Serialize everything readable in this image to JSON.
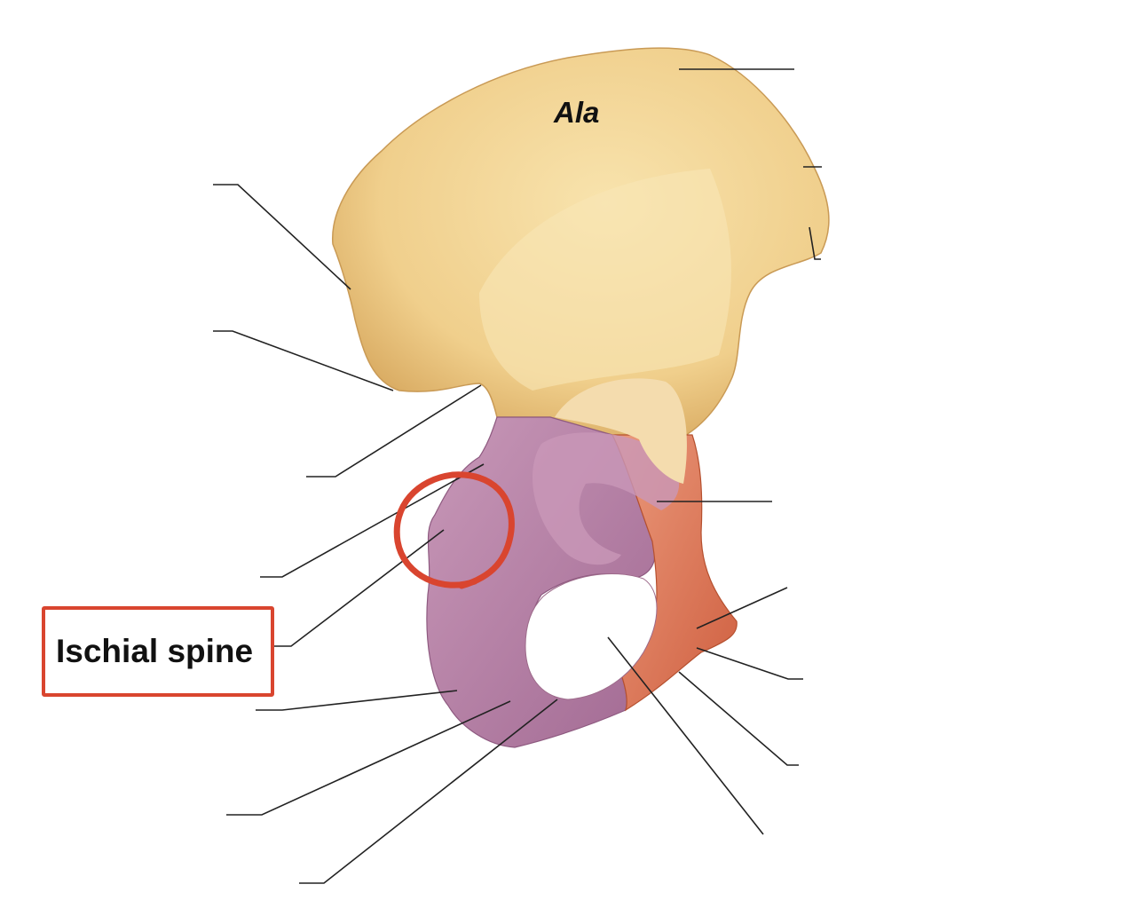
{
  "diagram": {
    "region_labels": {
      "ilium_region": "Ala"
    },
    "highlighted_label": "Ischial spine",
    "colors": {
      "ilium": "#f2d497",
      "ischium": "#b77fa6",
      "pubis": "#df7a5c",
      "highlight": "#d9452f",
      "leader_line": "#222222"
    },
    "blank_leader_count": 15
  }
}
